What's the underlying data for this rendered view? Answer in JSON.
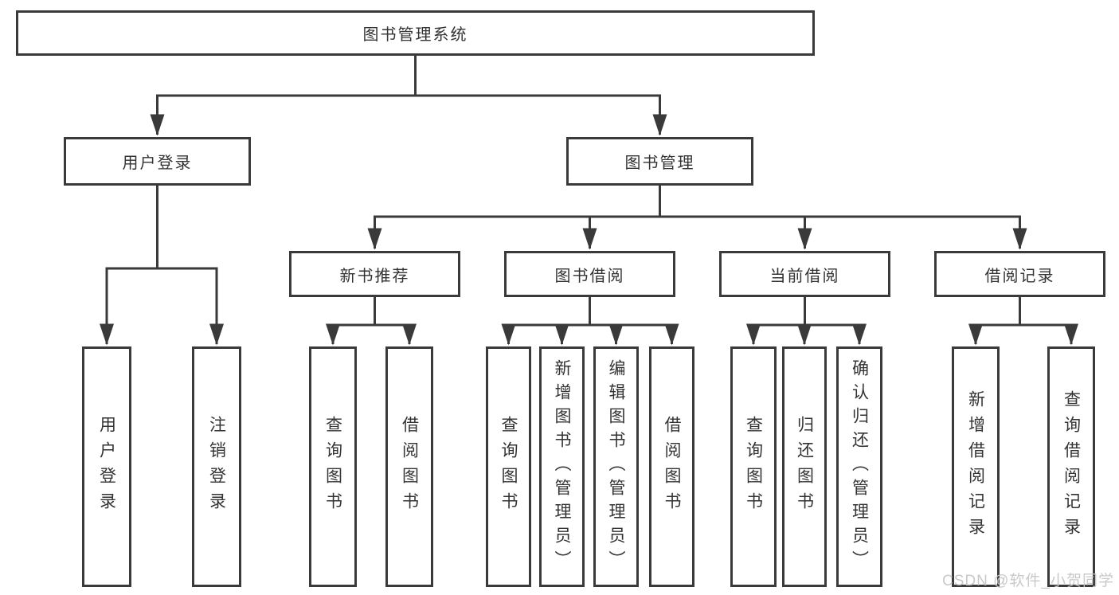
{
  "nodes": {
    "root": "图书管理系统",
    "user_login": "用户登录",
    "book_mgmt": "图书管理",
    "new_book_recommend": "新书推荐",
    "book_borrow": "图书借阅",
    "current_borrow": "当前借阅",
    "borrow_records": "借阅记录",
    "leaf_user_login": "用户登录",
    "leaf_logout": "注销登录",
    "leaf_rec_query_book": "查询图书",
    "leaf_rec_borrow_book": "借阅图书",
    "leaf_bor_query_book": "查询图书",
    "leaf_bor_add_book": "新增图书（管理员）",
    "leaf_bor_edit_book": "编辑图书（管理员）",
    "leaf_bor_borrow_book": "借阅图书",
    "leaf_cur_query_book": "查询图书",
    "leaf_cur_return_book": "归还图书",
    "leaf_cur_confirm_return": "确认归还（管理员）",
    "leaf_records_add": "新增借阅记录",
    "leaf_records_query": "查询借阅记录"
  },
  "colors": {
    "line": "#3a3a3a",
    "text": "#333333",
    "watermark": "#c6c6c6"
  },
  "watermark": "CSDN @软件_小贺同学"
}
